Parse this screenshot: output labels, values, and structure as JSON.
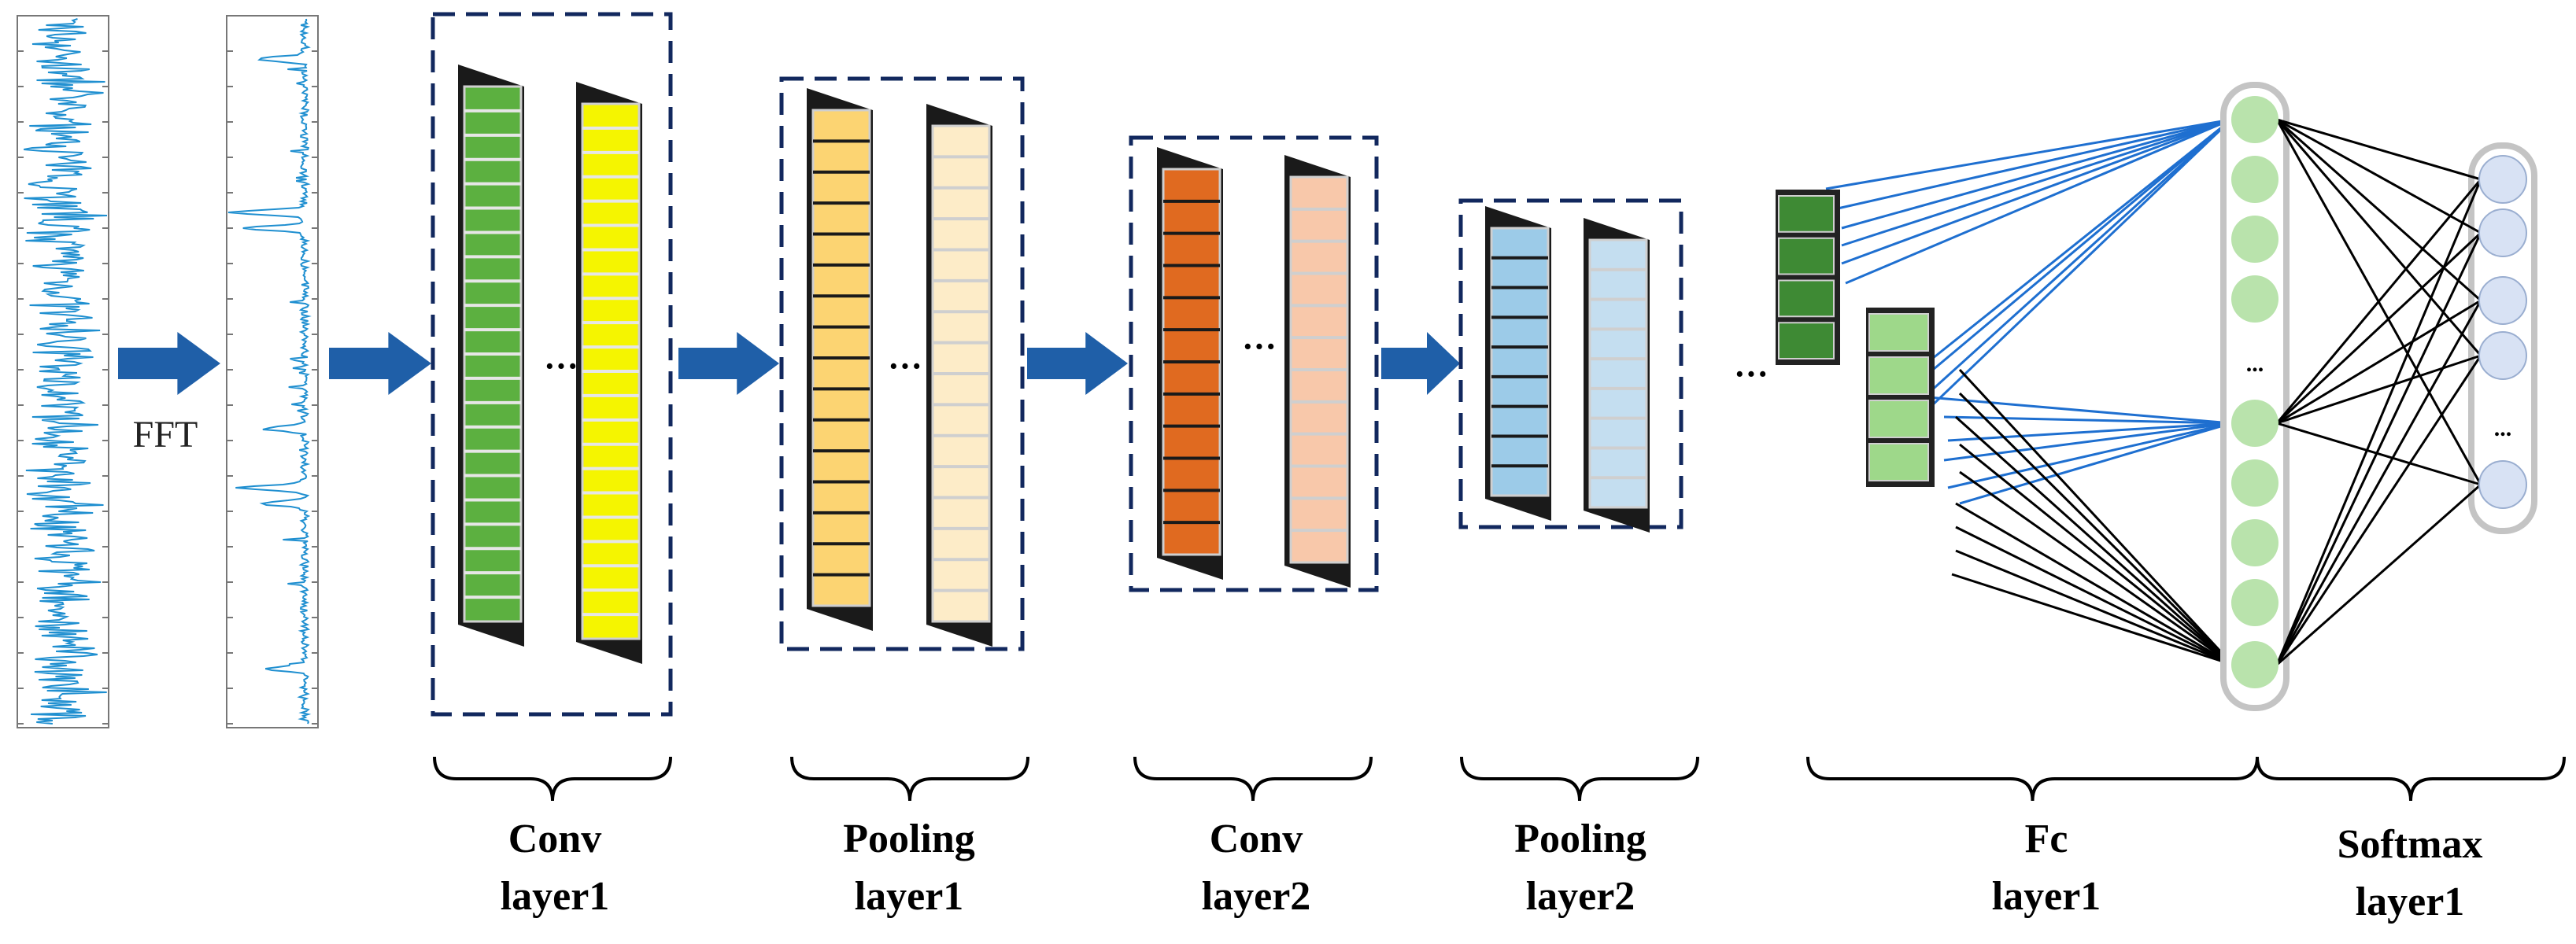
{
  "fft_label": "FFT",
  "ellipsis": "···",
  "ellipsis_small": "...",
  "layers": [
    {
      "line1": "Conv",
      "line2": "layer1"
    },
    {
      "line1": "Pooling",
      "line2": "layer1"
    },
    {
      "line1": "Conv",
      "line2": "layer2"
    },
    {
      "line1": "Pooling",
      "line2": "layer2"
    },
    {
      "line1": "Fc",
      "line2": "layer1"
    },
    {
      "line1": "Softmax",
      "line2": "layer1"
    }
  ],
  "colors": {
    "arrow": "#1f5fa8",
    "signal": "#1f8fd0",
    "dashed_box": "#12285e",
    "conv1_a": "#5cb040",
    "conv1_b": "#f5f500",
    "pool1_a": "#fcd472",
    "pool1_b": "#fdecc8",
    "conv2_a": "#e06a20",
    "conv2_b": "#f8c8aa",
    "pool2_a": "#9ccbe8",
    "pool2_b": "#c4def0",
    "fc_dark": "#3e8a34",
    "fc_light": "#9ed88a",
    "fc_node": "#b9e3ac",
    "softmax_node": "#d8e2f4",
    "blue_line": "#1e6fd0"
  }
}
